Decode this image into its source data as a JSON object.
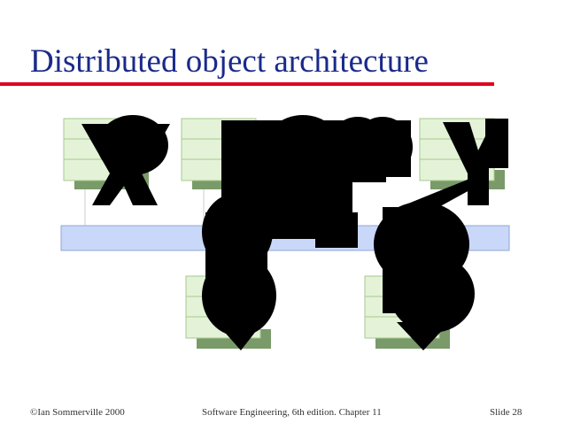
{
  "slide": {
    "title": "Distributed object architecture",
    "footer_left": "©Ian Sommerville 2000",
    "footer_center": "Software Engineering, 6th edition. Chapter 11",
    "footer_right": "Slide 28"
  },
  "diagram": {
    "colors": {
      "object_face": "#e4f3d7",
      "object_border": "#a6c98f",
      "object_shadow": "#7a9a6a",
      "broker_bar": "#c9d8f8",
      "broker_border": "#8fa6d9",
      "glyph": "#000000",
      "connector": "#cccccc"
    }
  }
}
